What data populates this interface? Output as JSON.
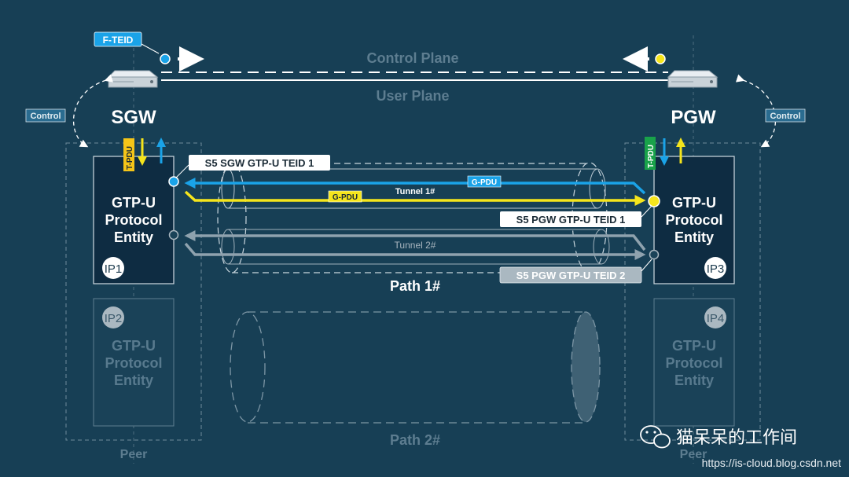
{
  "planes": {
    "control": "Control Plane",
    "user": "User Plane"
  },
  "nodes": {
    "sgw": "SGW",
    "pgw": "PGW"
  },
  "labels": {
    "fteid": "F-TEID",
    "control_left": "Control",
    "control_right": "Control",
    "tpdu_left": "T-PDU",
    "tpdu_right": "T-PDU",
    "gpdu_blue": "G-PDU",
    "gpdu_yellow": "G-PDU",
    "tunnel1": "Tunnel 1#",
    "tunnel2": "Tunnel 2#",
    "path1": "Path 1#",
    "path2": "Path 2#",
    "sgw_teid1": "S5 SGW GTP-U TEID 1",
    "pgw_teid1": "S5 PGW GTP-U TEID 1",
    "pgw_teid2": "S5 PGW GTP-U TEID 2",
    "peer_left": "Peer",
    "peer_right": "Peer"
  },
  "entities": [
    {
      "line1": "GTP-U",
      "line2": "Protocol",
      "line3": "Entity",
      "ip": "IP1"
    },
    {
      "line1": "GTP-U",
      "line2": "Protocol",
      "line3": "Entity",
      "ip": "IP2"
    },
    {
      "line1": "GTP-U",
      "line2": "Protocol",
      "line3": "Entity",
      "ip": "IP3"
    },
    {
      "line1": "GTP-U",
      "line2": "Protocol",
      "line3": "Entity",
      "ip": "IP4"
    }
  ],
  "watermark": {
    "name": "猫呆呆的工作间",
    "url": "https://is-cloud.blog.csdn.net"
  },
  "colors": {
    "background": "#173f55",
    "blue": "#1aa3e8",
    "yellow": "#f5e51c",
    "gray": "#a9b6bf",
    "dim_text": "#5d7d90",
    "green": "#19a24a"
  }
}
